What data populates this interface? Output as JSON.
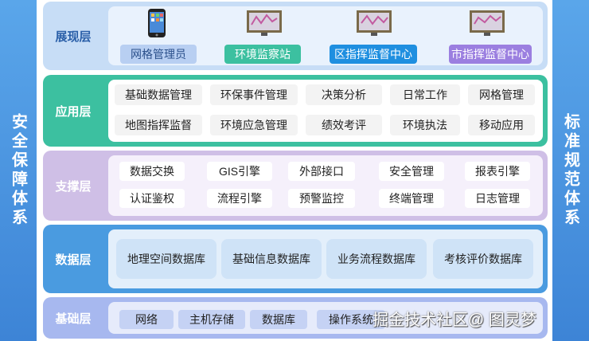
{
  "left_side": "安全保障体系",
  "right_side": "标准规范体系",
  "layers": {
    "display": {
      "title": "展现层",
      "items": [
        "网格管理员",
        "环境监察站",
        "区指挥监督中心",
        "市指挥监督中心"
      ],
      "colors": [
        "#b8cff2",
        "#3cc0a0",
        "#1f8fe0",
        "#9b7fe0"
      ]
    },
    "application": {
      "title": "应用层",
      "row1": [
        "基础数据管理",
        "环保事件管理",
        "决策分析",
        "日常工作",
        "网格管理"
      ],
      "row2": [
        "地图指挥监督",
        "环境应急管理",
        "绩效考评",
        "环境执法",
        "移动应用"
      ]
    },
    "support": {
      "title": "支撑层",
      "row1": [
        "数据交换",
        "GIS引擎",
        "外部接口",
        "安全管理",
        "报表引擎"
      ],
      "row2": [
        "认证鉴权",
        "流程引擎",
        "预警监控",
        "终端管理",
        "日志管理"
      ]
    },
    "data": {
      "title": "数据层",
      "items": [
        "地理空间数据库",
        "基础信息数据库",
        "业务流程数据库",
        "考核评价数据库"
      ]
    },
    "base": {
      "title": "基础层",
      "items": [
        "网络",
        "主机存储",
        "数据库",
        "操作系统"
      ]
    }
  },
  "watermark": "掘金技术社区@ 图灵梦"
}
